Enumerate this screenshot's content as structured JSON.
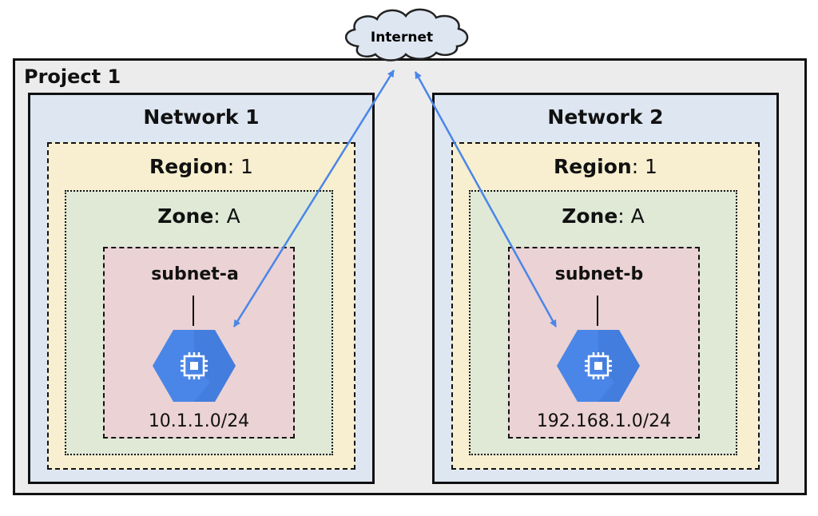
{
  "internet": {
    "label": "Internet"
  },
  "project": {
    "label": "Project 1"
  },
  "networks": [
    {
      "title": "Network 1",
      "region": {
        "key": "Region",
        "value": ": 1"
      },
      "zone": {
        "key": "Zone",
        "value": ": A"
      },
      "subnet": {
        "name": "subnet-a",
        "cidr": "10.1.1.0/24"
      },
      "icon": "compute-engine-icon"
    },
    {
      "title": "Network 2",
      "region": {
        "key": "Region",
        "value": ": 1"
      },
      "zone": {
        "key": "Zone",
        "value": ": A"
      },
      "subnet": {
        "name": "subnet-b",
        "cidr": "192.168.1.0/24"
      },
      "icon": "compute-engine-icon"
    }
  ],
  "colors": {
    "project_bg": "#ececec",
    "network_bg": "#dde6f1",
    "region_bg": "#f7efcf",
    "zone_bg": "#dfe9d6",
    "subnet_bg": "#ebd2d4",
    "arrow": "#4a86e8",
    "icon": "#4a86e8"
  }
}
